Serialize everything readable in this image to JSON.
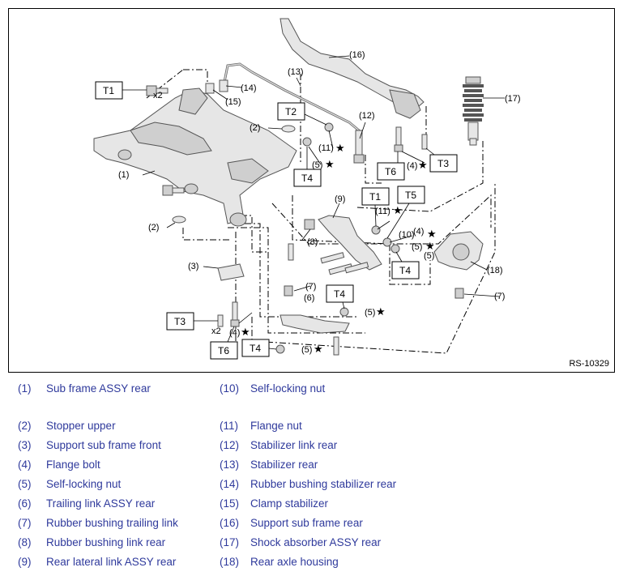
{
  "figure": {
    "id": "RS-10329",
    "callouts": [
      "(1)",
      "(2)",
      "(2)",
      "(3)",
      "(4)",
      "(4)",
      "(4)",
      "(5)",
      "(5)",
      "(5)",
      "(5)",
      "(5)",
      "(6)",
      "(7)",
      "(7)",
      "(8)",
      "(9)",
      "(10)",
      "(11)",
      "(11)",
      "(12)",
      "(13)",
      "(14)",
      "(15)",
      "(16)",
      "(17)",
      "(18)"
    ],
    "multipliers": [
      "x2",
      "x2"
    ],
    "torque_labels": [
      "T1",
      "T2",
      "T3",
      "T4",
      "T5",
      "T6"
    ]
  },
  "legend": [
    {
      "num": "(1)",
      "text": "Sub frame ASSY rear"
    },
    {
      "num": "(10)",
      "text": "Self-locking nut"
    },
    {
      "num": "(2)",
      "text": "Stopper upper"
    },
    {
      "num": "(11)",
      "text": "Flange nut"
    },
    {
      "num": "(3)",
      "text": "Support sub frame front"
    },
    {
      "num": "(12)",
      "text": "Stabilizer link rear"
    },
    {
      "num": "(4)",
      "text": "Flange bolt"
    },
    {
      "num": "(13)",
      "text": "Stabilizer rear"
    },
    {
      "num": "(5)",
      "text": "Self-locking nut"
    },
    {
      "num": "(14)",
      "text": "Rubber bushing stabilizer rear"
    },
    {
      "num": "(6)",
      "text": "Trailing link ASSY rear"
    },
    {
      "num": "(15)",
      "text": "Clamp stabilizer"
    },
    {
      "num": "(7)",
      "text": "Rubber bushing trailing link"
    },
    {
      "num": "(16)",
      "text": "Support sub frame rear"
    },
    {
      "num": "(8)",
      "text": "Rubber bushing link rear"
    },
    {
      "num": "(17)",
      "text": "Shock absorber ASSY rear"
    },
    {
      "num": "(9)",
      "text": "Rear lateral link ASSY rear"
    },
    {
      "num": "(18)",
      "text": "Rear axle housing"
    }
  ]
}
